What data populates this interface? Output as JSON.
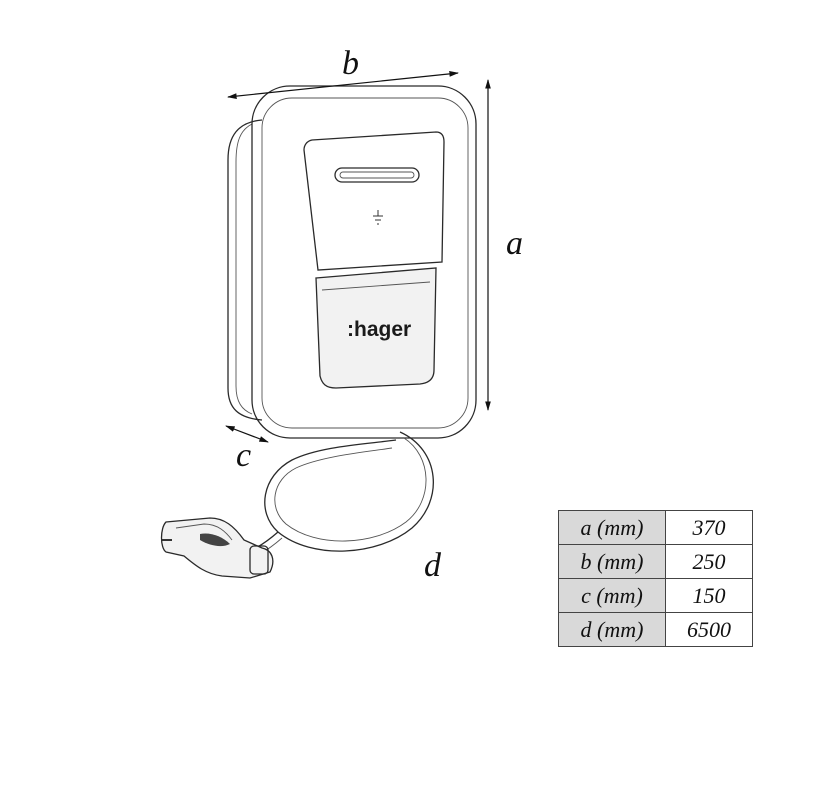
{
  "diagram": {
    "dimension_labels": {
      "a": "a",
      "b": "b",
      "c": "c",
      "d": "d"
    },
    "brand_text": ":hager"
  },
  "table": {
    "rows": [
      {
        "key": "a (mm)",
        "value": "370"
      },
      {
        "key": "b (mm)",
        "value": "250"
      },
      {
        "key": "c (mm)",
        "value": "150"
      },
      {
        "key": "d (mm)",
        "value": "6500"
      }
    ]
  }
}
